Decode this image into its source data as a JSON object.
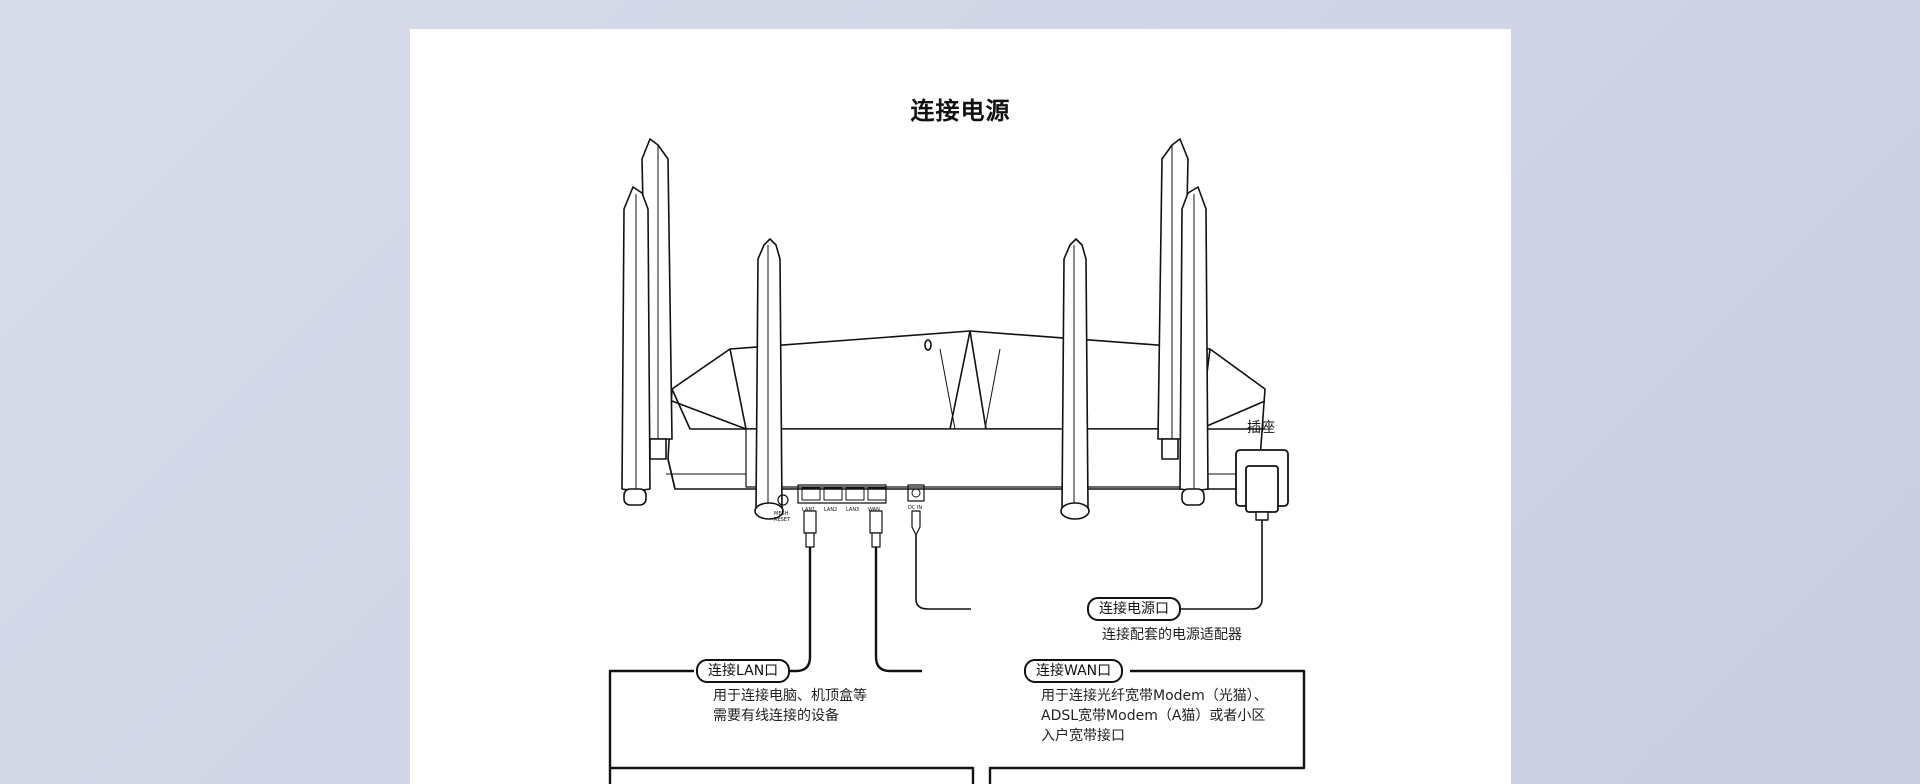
{
  "diagram": {
    "title": "连接电源",
    "socket_label": "插座",
    "power": {
      "label": "连接电源口",
      "desc": "连接配套的电源适配器"
    },
    "lan": {
      "label": "连接LAN口",
      "desc_lines": [
        "用于连接电脑、机顶盒等",
        "需要有线连接的设备"
      ]
    },
    "wan": {
      "label": "连接WAN口",
      "desc_lines": [
        "用于连接光纤宽带Modem（光猫）、",
        "ADSL宽带Modem（A猫）或者小区",
        "入户宽带接口"
      ]
    },
    "router_ports": [
      "MESH RESET",
      "LAN1",
      "LAN2",
      "LAN3",
      "WAN",
      "DC IN"
    ]
  }
}
